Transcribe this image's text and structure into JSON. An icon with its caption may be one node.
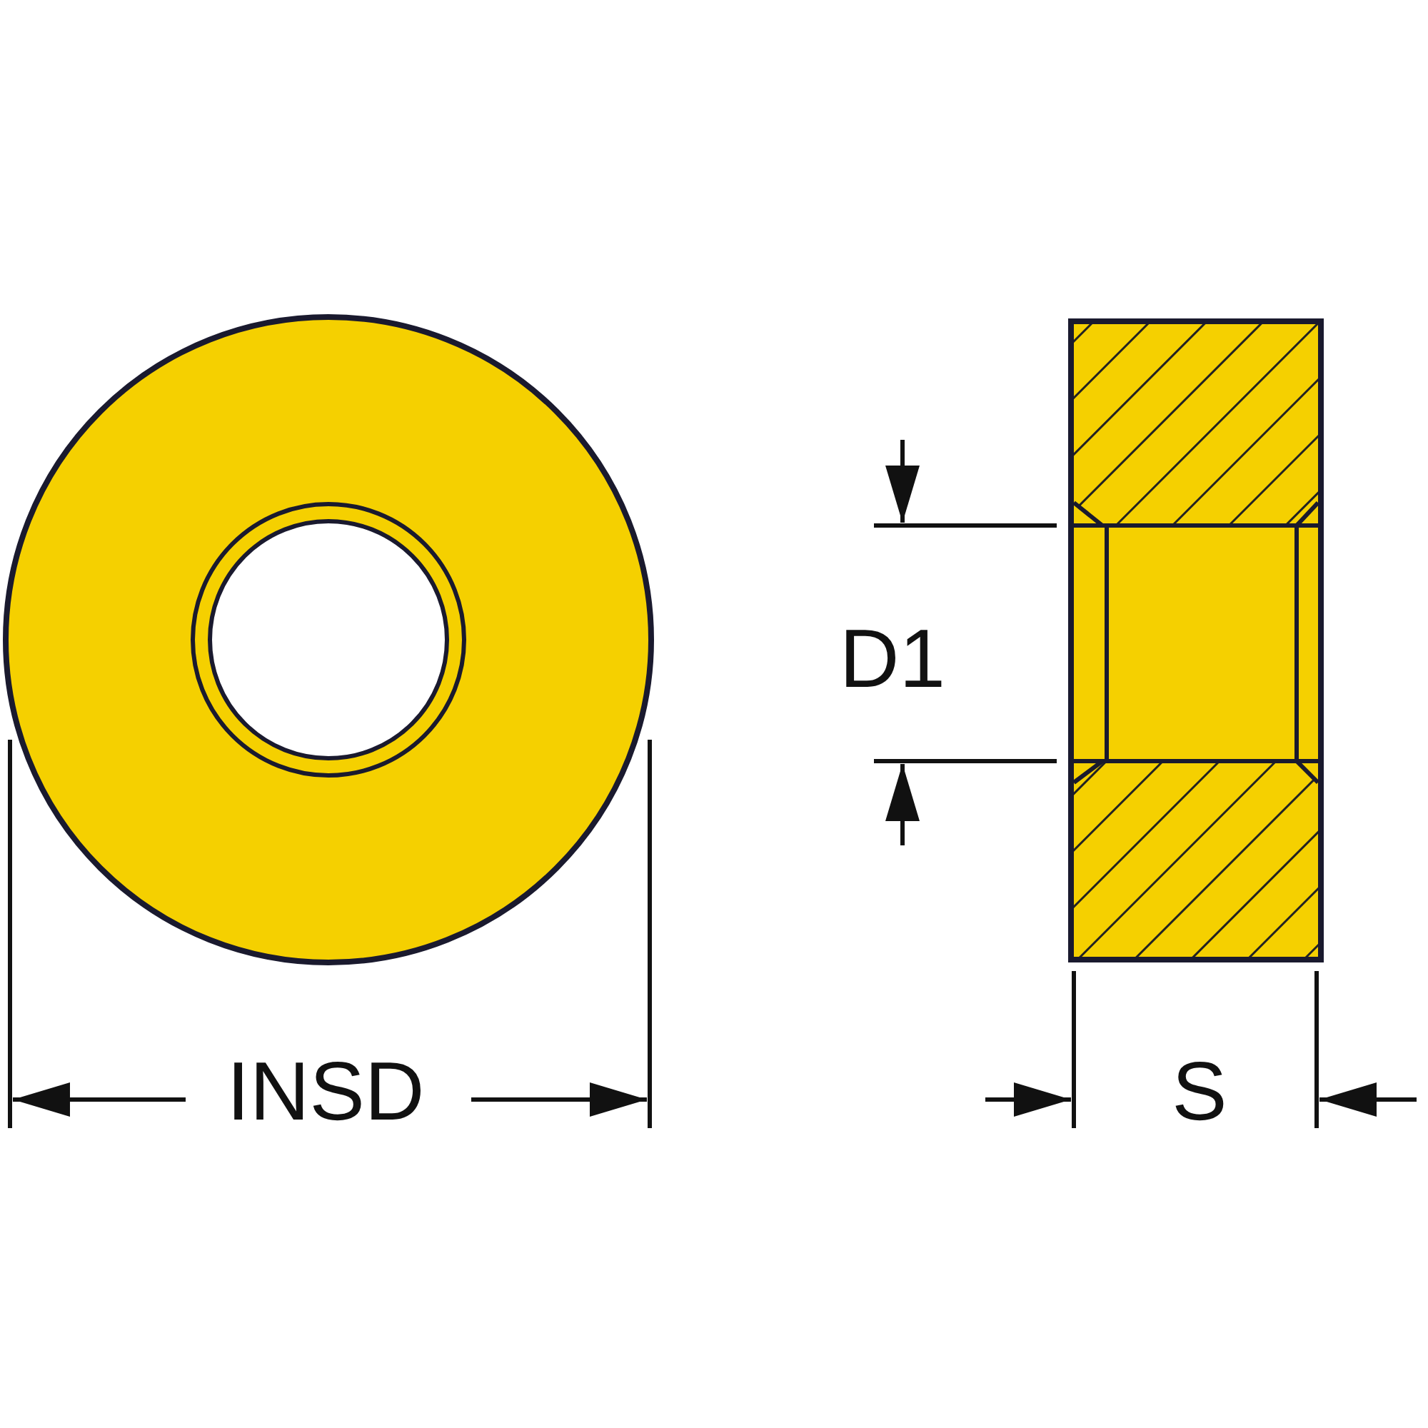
{
  "diagram": {
    "labels": [
      "D1",
      "INSD",
      "S"
    ]
  }
}
